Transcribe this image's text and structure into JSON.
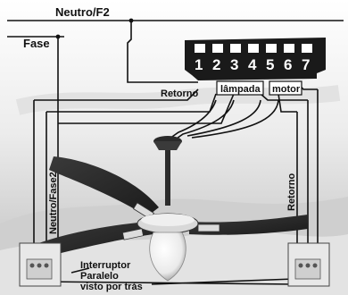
{
  "labels": {
    "neutro_f2": "Neutro/F2",
    "fase": "Fase",
    "retorno_top": "Retorno",
    "lampada": "lâmpada",
    "motor": "motor",
    "neutro_fase2": "Neutro/Fase2",
    "retorno_right": "Retorno",
    "interruptor_line1": "Interruptor",
    "interruptor_line2": "Paralelo",
    "interruptor_line3": "visto por trás"
  },
  "terminal_block": {
    "terminals": [
      "1",
      "2",
      "3",
      "4",
      "5",
      "6",
      "7"
    ]
  },
  "colors": {
    "wire": "#111111",
    "block": "#1a1a1a",
    "sky_top": "#f4f4f4",
    "sky_band": "#d9d9d9",
    "hills": "#e6e6e6",
    "blade": "#2a2a2a",
    "globe": "#f2f2f2"
  }
}
